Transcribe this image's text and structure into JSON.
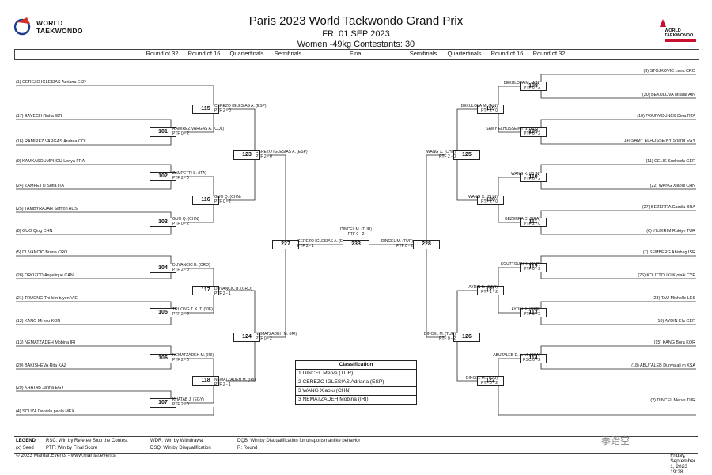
{
  "header": {
    "title": "Paris 2023 World Taekwondo Grand Prix",
    "date": "FRI 01 SEP 2023",
    "event": "Women -49kg   Contestants: 30",
    "logo_left": [
      "WORLD",
      "TAEKWONDO"
    ],
    "logo_right": [
      "WORLD",
      "TAEKWONDO"
    ]
  },
  "rounds": {
    "left": [
      "Round of 32",
      "Round of 16",
      "Quarterfinals",
      "Semifinals"
    ],
    "center": "Final",
    "right": [
      "Semifinals",
      "Quarterfinals",
      "Round of 16",
      "Round of 32"
    ]
  },
  "athletes_left": [
    "(1) CEREZO IGLESIAS Adriana ESP",
    "(17) BAYECH Riska ISR",
    "(16) RAMIREZ VARGAS Andrea COL",
    "(9) KAMKASOUMPHOU Lenya FRA",
    "(24) ZAMPETTI Sofia ITA",
    "(25) TAMBYRAJAH Saffron AUS",
    "(8) GUO Qing CHN",
    "(5) DUVANCIC Bruna CRO",
    "(28) OROZCO Angelique CAN",
    "(21) TRUONG Thi kim tuyen VIE",
    "(12) KANG Mi-rau KOR",
    "(13) NEMATZADEH Mobina IRI",
    "(20) BAKISHEVA Rita KAZ",
    "(29) KHATAB Janna EGY",
    "(4) SOUZA Daniela paola MEX"
  ],
  "athletes_right": [
    "(3) STOJKOVIC Lena CRO",
    "(30) BEKULOVA Milana AIN",
    "(19) POURYOUNES Dina RTA",
    "(14) SAMY ELHOSSEINY Shahd EGY",
    "(11) CELIK Sudheda GER",
    "(22) WANG Xiaolu CHN",
    "(27) BEZERRA Camila BRA",
    "(6) YILDIRIM Rukiye TUR",
    "(7) SEMBERG Abishag ISR",
    "(26) KOUTTOUKI Kyriaki CYP",
    "(23) TAU Michelle LES",
    "(10) AYDIN Ela GER",
    "(15) KANG Bora KOR",
    "(18) ABUTALEB Dunya ali m KSA",
    "(2) DINCEL Merve TUR"
  ],
  "matches": {
    "m101": "101",
    "m102": "102",
    "m103": "103",
    "m104": "104",
    "m105": "105",
    "m106": "106",
    "m107": "107",
    "m115": "115",
    "m116": "116",
    "m117": "117",
    "m118": "118",
    "m123": "123",
    "m124": "124",
    "m227": "227",
    "m108": "108",
    "m109": "109",
    "m110": "110",
    "m111": "111",
    "m112": "112",
    "m113": "113",
    "m114": "114",
    "m119": "119",
    "m120": "120",
    "m121": "121",
    "m122": "122",
    "m125": "125",
    "m126": "126",
    "m228": "228",
    "m233": "233"
  },
  "winners": {
    "w101": {
      "name": "RAMIREZ VARGAS A. (COL)",
      "res": "PTF 0 - 2"
    },
    "w102": {
      "name": "ZAMPETTI S. (ITA)",
      "res": "PTF 2 - 0"
    },
    "w103": {
      "name": "GUO Q. (CHN)",
      "res": "PTF 0 - 2"
    },
    "w104": {
      "name": "DUVANCIC B. (CRO)",
      "res": "PTF 2 - 0"
    },
    "w105": {
      "name": "TRUONG T. K. T. (VIE)",
      "res": "PTF 2 - 0"
    },
    "w106": {
      "name": "NEMATZADEH M. (IRI)",
      "res": "PTF 2 - 0"
    },
    "w107": {
      "name": "KHATAB J. (EGY)",
      "res": "PTF 2 - 0"
    },
    "w115": {
      "name": "CEREZO IGLESIAS A. (ESP)",
      "res": "PTF 2 - 0"
    },
    "w116": {
      "name": "GUO Q. (CHN)",
      "res": "PTF 0 - 2"
    },
    "w117": {
      "name": "DUVANCIC B. (CRO)",
      "res": "PTF 2 - 1"
    },
    "w118": {
      "name": "NEMATZADEH M. (IRI)",
      "res": "PTF 2 - 1"
    },
    "w123": {
      "name": "CEREZO IGLESIAS A. (ESP)",
      "res": "PTF 2 - 0"
    },
    "w124": {
      "name": "NEMATZADEH M. (IRI)",
      "res": "PTF 0 - 2"
    },
    "w227": {
      "name": "CEREZO IGLESIAS A. (E",
      "res": "PTF 2 - 1"
    },
    "w108": {
      "name": "BEKULOVA M. (AIN)",
      "res": "PTF 0 - 2"
    },
    "w109": {
      "name": "SAMY ELHOSSEINY S. (EGY)",
      "res": "PTF 0 - 2"
    },
    "w110": {
      "name": "WANG X. (CHN)",
      "res": "PTF 0 - 2"
    },
    "w111": {
      "name": "BEZERRA C. (BRA)",
      "res": "PTF 2 - 0"
    },
    "w112": {
      "name": "KOUTTOUKI K. (CYP)",
      "res": "PTF 0 - 2"
    },
    "w113": {
      "name": "AYDIN E. (GER)",
      "res": "PTF 0 - 2"
    },
    "w114": {
      "name": "ABUTALEB D. A. M. (KSA)",
      "res": "RSC 0 - 2"
    },
    "w119": {
      "name": "BEKULOVA M. (AIN)",
      "res": "PTF 2 - 0"
    },
    "w120": {
      "name": "WANG X. (CHN)",
      "res": "PTF 2 - 0"
    },
    "w121": {
      "name": "AYDIN E. (GER)",
      "res": "PTF 1 - 2"
    },
    "w122": {
      "name": "DINCEL M. (TUR)",
      "res": "PTF 0 - 2"
    },
    "w125": {
      "name": "WANG X. (CHN)",
      "res": "PTF 2 - 0"
    },
    "w126": {
      "name": "DINCEL M. (TUR)",
      "res": "PTF 0 - 2"
    },
    "w228": {
      "name": "DINCEL M. (TUR)",
      "res": "PTF 0 - 2"
    },
    "champion": {
      "name": "DINCEL M. (TUR)",
      "res": "PTF 0 - 2"
    }
  },
  "classification": {
    "title": "Classification",
    "rows": [
      "1  DINCEL Merve (TUR)",
      "2  CEREZO IGLESIAS Adriana (ESP)",
      "3  WANG Xiaolu (CHN)",
      "3  NEMATZADEH Mobina (IRI)"
    ]
  },
  "legend": {
    "title": "LEGEND",
    "seed": "(x) Seed",
    "items": [
      "RSC: Win by Referee Stop the Contest",
      "PTF: Win by Final Score",
      "WDR: Win by Withdrawal",
      "DSQ: Win by Disqualification",
      "DQB: Win by Disqualification for unsportsmanlike behavior",
      "R: Round"
    ]
  },
  "footer": {
    "copyright": "© 2023 Martial.Events - www.martial.events",
    "timestamp": "Friday, September 1, 2023 19:28",
    "watermark": "拳跆空"
  }
}
